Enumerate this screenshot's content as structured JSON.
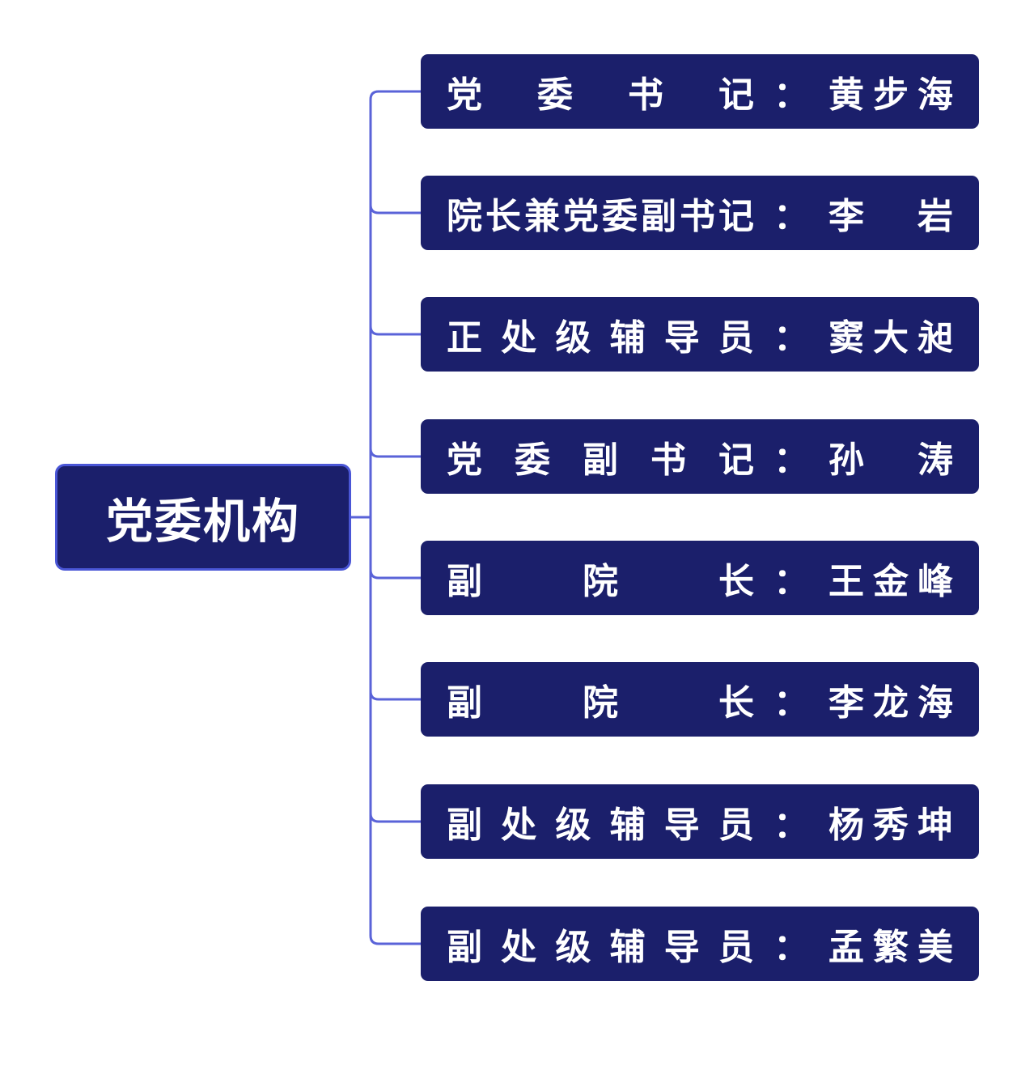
{
  "diagram": {
    "root": {
      "label": "党委机构"
    },
    "separator": "：",
    "children": [
      {
        "role": "党委书记",
        "name": "黄步海"
      },
      {
        "role": "院长兼党委副书记",
        "name": "李岩"
      },
      {
        "role": "正处级辅导员",
        "name": "窦大昶"
      },
      {
        "role": "党委副书记",
        "name": "孙涛"
      },
      {
        "role": "副院长",
        "name": "王金峰"
      },
      {
        "role": "副院长",
        "name": "李龙海"
      },
      {
        "role": "副处级辅导员",
        "name": "杨秀坤"
      },
      {
        "role": "副处级辅导员",
        "name": "孟繁美"
      }
    ],
    "colors": {
      "node_fill": "#1b1f6b",
      "root_border": "#4a56d6",
      "connector": "#5a63d8",
      "text": "#ffffff"
    }
  }
}
